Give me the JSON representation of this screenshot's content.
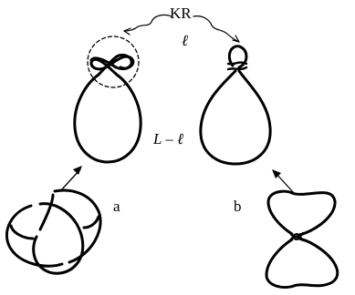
{
  "labels": {
    "kr": "KR",
    "ell": "ℓ",
    "loop_length": "L – ℓ",
    "panel_a": "a",
    "panel_b": "b"
  }
}
